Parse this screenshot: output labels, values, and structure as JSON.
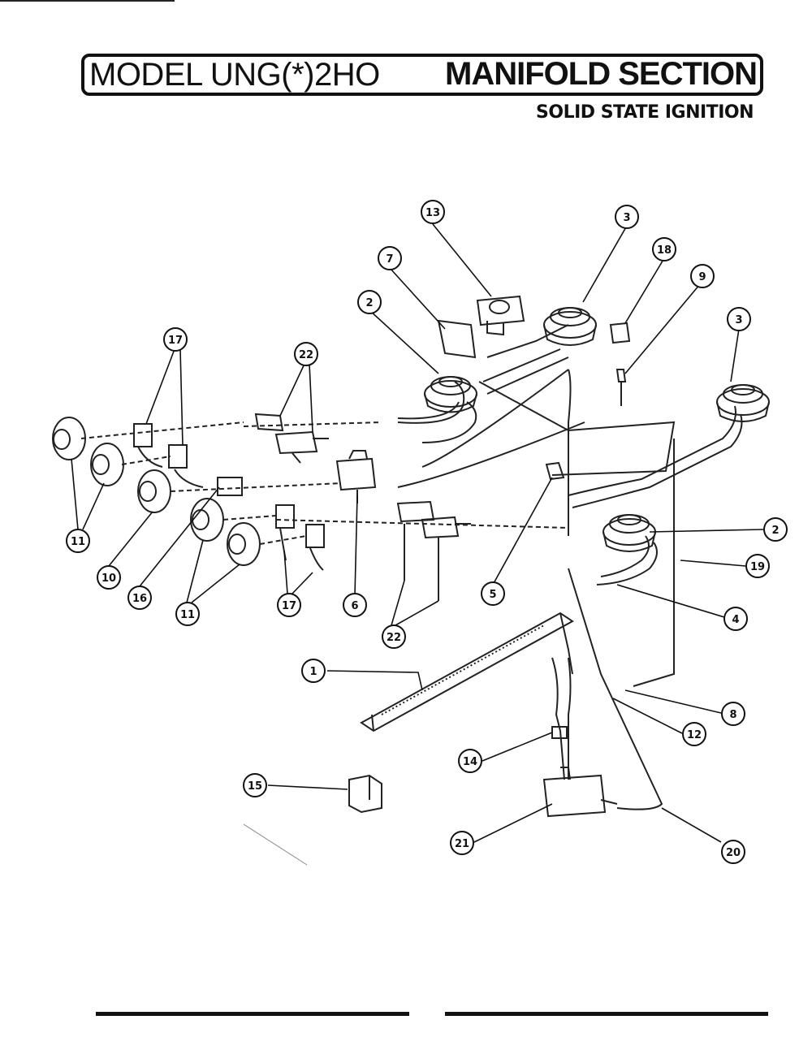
{
  "header": {
    "model": "MODEL UNG(*)2HO",
    "section": "MANIFOLD SECTION",
    "subtitle": "SOLID STATE IGNITION"
  },
  "callouts": [
    {
      "id": "c13",
      "label": "13"
    },
    {
      "id": "c3a",
      "label": "3"
    },
    {
      "id": "c18",
      "label": "18"
    },
    {
      "id": "c7",
      "label": "7"
    },
    {
      "id": "c9",
      "label": "9"
    },
    {
      "id": "c2a",
      "label": "2"
    },
    {
      "id": "c3b",
      "label": "3"
    },
    {
      "id": "c17a",
      "label": "17"
    },
    {
      "id": "c22a",
      "label": "22"
    },
    {
      "id": "c11a",
      "label": "11"
    },
    {
      "id": "c10",
      "label": "10"
    },
    {
      "id": "c16",
      "label": "16"
    },
    {
      "id": "c11b",
      "label": "11"
    },
    {
      "id": "c17b",
      "label": "17"
    },
    {
      "id": "c6",
      "label": "6"
    },
    {
      "id": "c22b",
      "label": "22"
    },
    {
      "id": "c5",
      "label": "5"
    },
    {
      "id": "c2b",
      "label": "2"
    },
    {
      "id": "c19",
      "label": "19"
    },
    {
      "id": "c4",
      "label": "4"
    },
    {
      "id": "c1",
      "label": "1"
    },
    {
      "id": "c8",
      "label": "8"
    },
    {
      "id": "c12",
      "label": "12"
    },
    {
      "id": "c14",
      "label": "14"
    },
    {
      "id": "c15",
      "label": "15"
    },
    {
      "id": "c21",
      "label": "21"
    },
    {
      "id": "c20",
      "label": "20"
    }
  ]
}
